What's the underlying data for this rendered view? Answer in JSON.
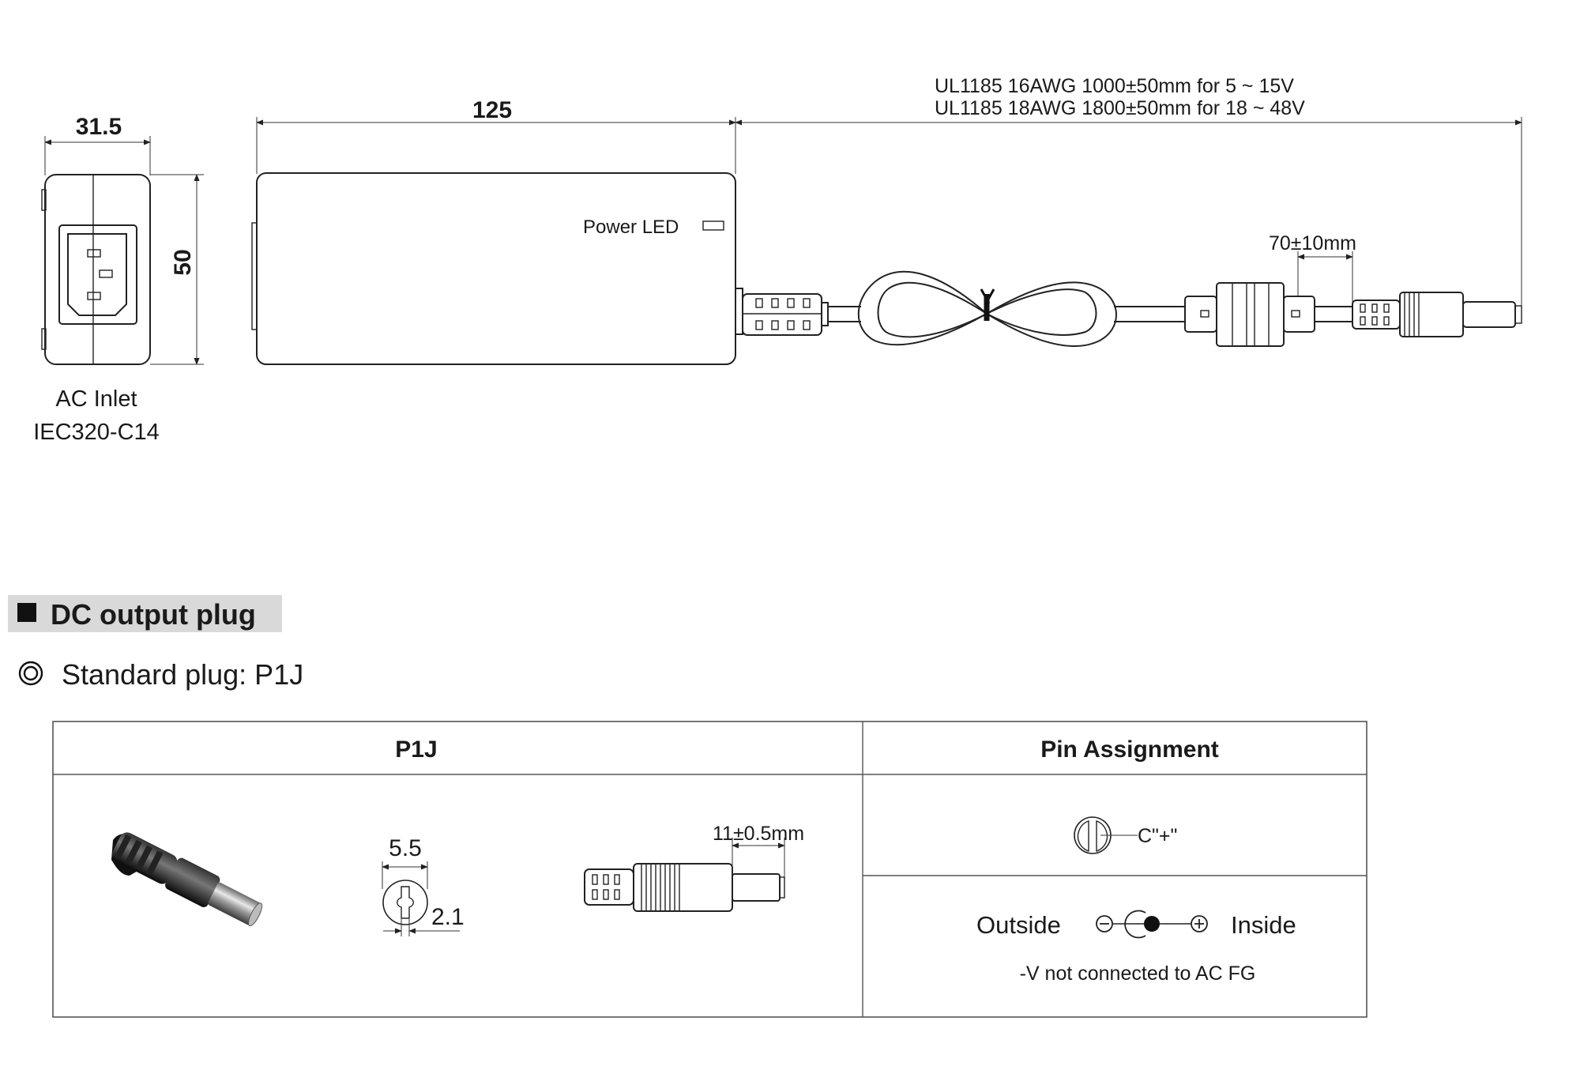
{
  "diagram": {
    "dim_width": "31.5",
    "dim_height": "50",
    "dim_length": "125",
    "cable_line1": "UL1185 16AWG 1000±50mm for 5 ~ 15V",
    "cable_line2": "UL1185 18AWG 1800±50mm for 18 ~ 48V",
    "power_led_label": "Power  LED",
    "core_distance": "70±10mm",
    "inlet_label": "AC Inlet",
    "inlet_type": "IEC320-C14"
  },
  "section": {
    "title": "DC output plug",
    "subtitle": "Standard plug: P1J"
  },
  "table": {
    "col1_header": "P1J",
    "col2_header": "Pin  Assignment",
    "plug_outer_dia": "5.5",
    "plug_inner_dia": "2.1",
    "plug_length": "11±0.5mm",
    "center_label": "C\"+\"",
    "outside_label": "Outside",
    "inside_label": "Inside",
    "note": "-V not connected to AC FG"
  }
}
